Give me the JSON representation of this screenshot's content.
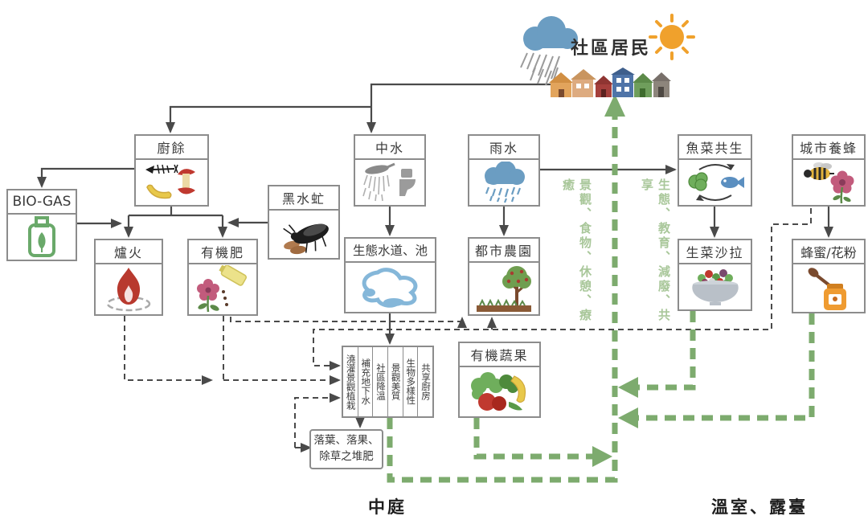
{
  "community": {
    "label": "社區居民"
  },
  "nodes": {
    "kitchen_waste": {
      "label": "廚餘"
    },
    "biogas": {
      "label": "BIO-GAS"
    },
    "black_soldier_fly": {
      "label": "黑水虻"
    },
    "stove_fire": {
      "label": "爐火"
    },
    "organic_fertilizer": {
      "label": "有機肥"
    },
    "greywater": {
      "label": "中水"
    },
    "eco_waterway": {
      "label": "生態水道、池"
    },
    "rainwater": {
      "label": "雨水"
    },
    "urban_farm": {
      "label": "都市農園"
    },
    "organic_produce": {
      "label": "有機蔬果"
    },
    "aquaponics": {
      "label": "魚菜共生"
    },
    "salad": {
      "label": "生菜沙拉"
    },
    "beekeeping": {
      "label": "城市養蜂"
    },
    "honey_pollen": {
      "label": "蜂蜜/花粉"
    },
    "compost": {
      "line1": "落葉、落果、",
      "line2": "除草之堆肥"
    }
  },
  "benefits": {
    "columns": [
      "澆灌景觀植栽",
      "補充地下水",
      "社區降溫",
      "景觀美質",
      "生物多樣性",
      "共享廚房"
    ]
  },
  "flow_labels": {
    "left_vertical": "景觀、食物、休憩、療癒",
    "right_vertical": "生態、教育、減廢、共享"
  },
  "zones": {
    "courtyard": "中庭",
    "greenhouse_terrace": "溫室、露臺"
  },
  "colors": {
    "green_flow": "#7dab6e",
    "green_text": "#a9c79a",
    "line_gray": "#4a4a4a",
    "box_border": "#8c8c8c",
    "sun": "#f0a12c",
    "water_blue": "#6b9dc2"
  },
  "icons": [
    "rain-cloud-icon",
    "sun-icon",
    "houses-icon",
    "kitchen-waste-icon",
    "biogas-tank-icon",
    "black-soldier-fly-icon",
    "stove-fire-icon",
    "organic-fertilizer-icon",
    "greywater-icon",
    "pond-icon",
    "rainwater-icon",
    "urban-farm-icon",
    "organic-produce-icon",
    "aquaponics-icon",
    "salad-bowl-icon",
    "bee-flower-icon",
    "honey-jar-icon"
  ]
}
